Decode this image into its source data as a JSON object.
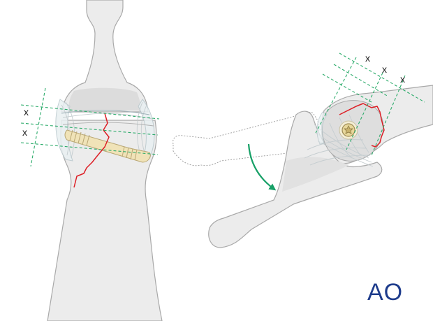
{
  "left_view": {
    "dimension_marks": [
      "x",
      "x"
    ]
  },
  "right_view": {
    "dimension_marks": [
      "x",
      "x",
      "x"
    ]
  },
  "logo": {
    "text": "AO",
    "color": "#1e3c8c"
  },
  "colors": {
    "fracture_line": "#dd1f26",
    "guide_lines": "#2bab6a",
    "arrow": "#17a067",
    "bone": "#ececec",
    "screw": "#f0e3b8"
  }
}
